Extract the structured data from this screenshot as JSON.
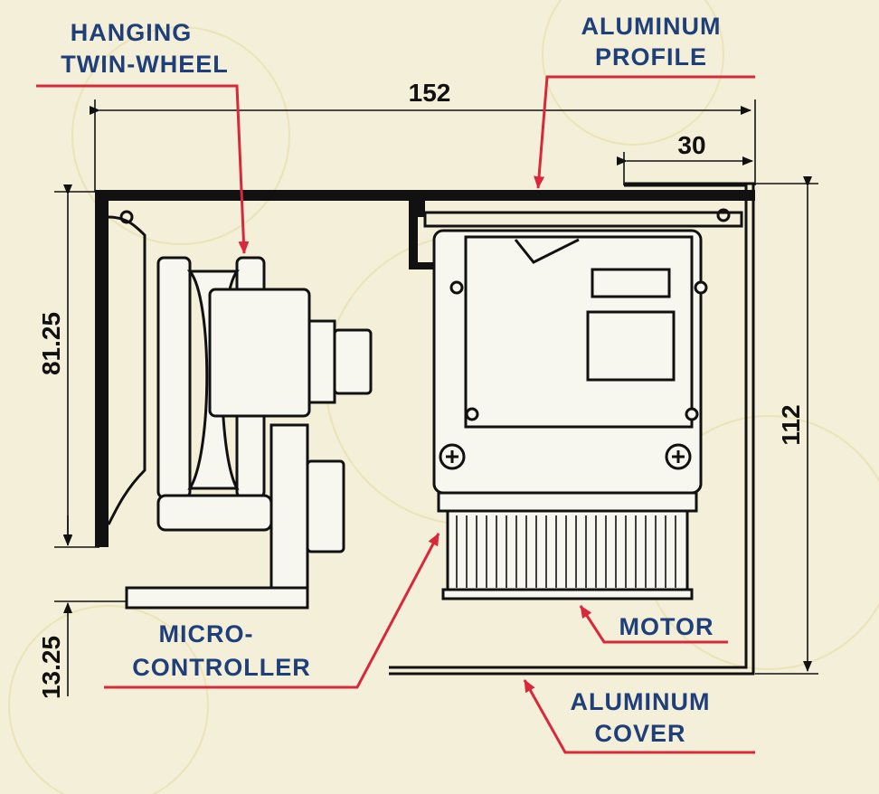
{
  "labels": {
    "hanging_line1": "HANGING",
    "hanging_line2": "TWIN-WHEEL",
    "profile_line1": "ALUMINUM",
    "profile_line2": "PROFILE",
    "micro_line1": "MICRO-",
    "micro_line2": "CONTROLLER",
    "motor": "MOTOR",
    "cover_line1": "ALUMINUM",
    "cover_line2": "COVER"
  },
  "dimensions": {
    "total_width": "152",
    "cover_offset": "30",
    "total_height": "112",
    "profile_height": "81.25",
    "bottom_gap": "13.25"
  },
  "colors": {
    "label_text": "#1f3f7a",
    "leader_line": "#d8283a",
    "background": "#f3efd9"
  }
}
